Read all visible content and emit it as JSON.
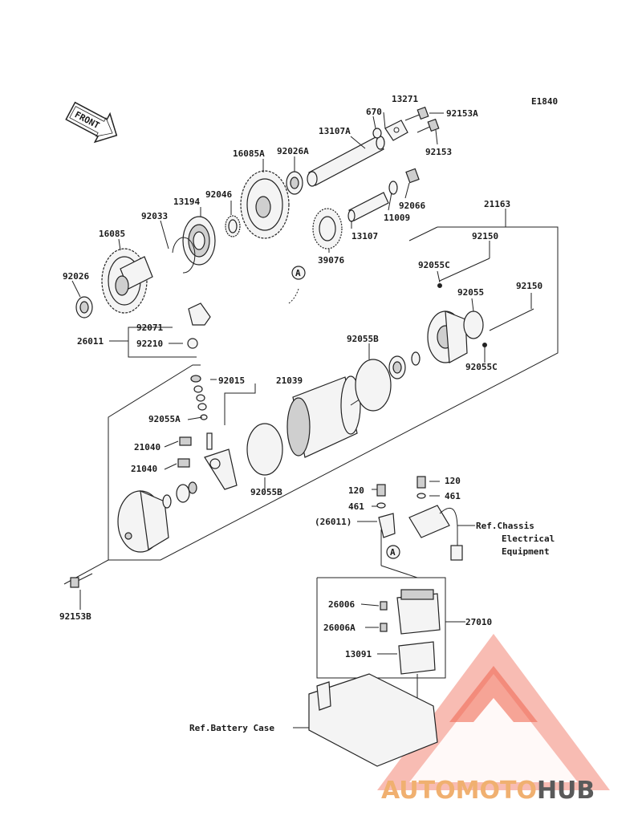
{
  "diagram_code": "E1840",
  "front_label": "FRONT",
  "labels": {
    "p13271": "13271",
    "p670": "670",
    "p92153A": "92153A",
    "p13107A": "13107A",
    "p92153": "92153",
    "p16085A": "16085A",
    "p92026A": "92026A",
    "p13194": "13194",
    "p92046": "92046",
    "p92066": "92066",
    "p11009": "11009",
    "p21163": "21163",
    "p92033": "92033",
    "p13107": "13107",
    "p16085": "16085",
    "p92150a": "92150",
    "p39076": "39076",
    "p92055C_1": "92055C",
    "p92026": "92026",
    "p92055": "92055",
    "p92150b": "92150",
    "refA_1": "A",
    "p92071": "92071",
    "p26011": "26011",
    "p92210": "92210",
    "p92055B_1": "92055B",
    "p92055C_2": "92055C",
    "p92015": "92015",
    "p21039": "21039",
    "p92055A": "92055A",
    "p21040a": "21040",
    "p21040b": "21040",
    "p92055B_2": "92055B",
    "p120a": "120",
    "p120b": "120",
    "p461a": "461",
    "p461b": "461",
    "p26011_ref": "(26011)",
    "ref_chassis_1": "Ref.Chassis",
    "ref_chassis_2": "Electrical",
    "ref_chassis_3": "Equipment",
    "refA_2": "A",
    "p92153B": "92153B",
    "p26006": "26006",
    "p26006A": "26006A",
    "p27010": "27010",
    "p13091": "13091",
    "ref_battery": "Ref.Battery Case"
  },
  "watermark": {
    "auto": "AUTO",
    "moto": "MOTO",
    "hub": "HUB",
    "accent_color": "#e8503a"
  }
}
